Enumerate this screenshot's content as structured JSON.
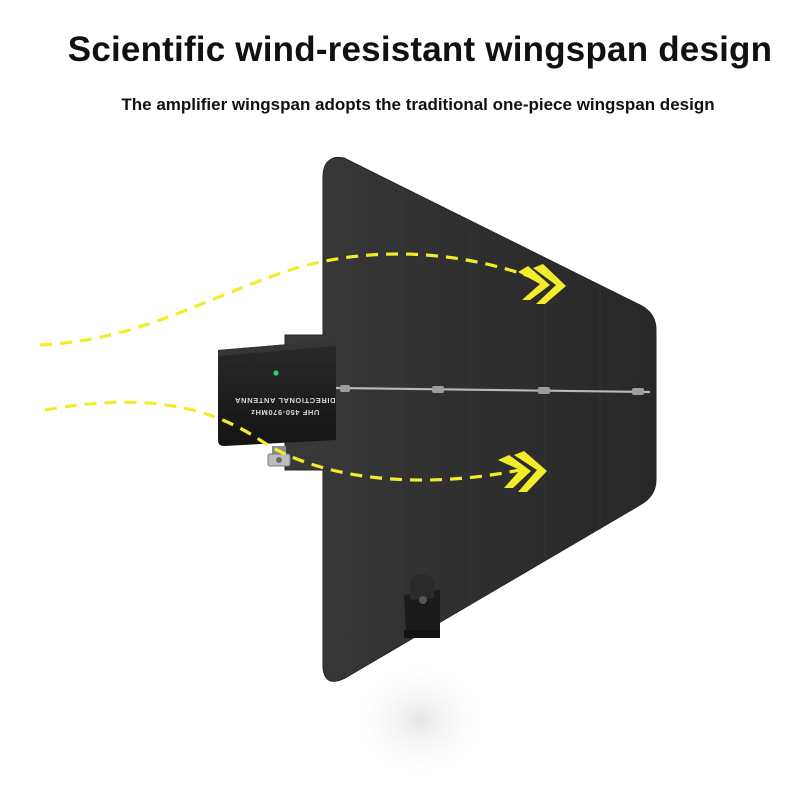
{
  "headline": "Scientific wind-resistant wingspan design",
  "subline": "The amplifier wingspan adopts the traditional one-piece wingspan design",
  "device": {
    "label_line1": "UHF 450-970MHz",
    "label_line2": "DIRECTIONAL ANTENNA"
  },
  "colors": {
    "panel": "#2d2d2e",
    "housing": "#1e1e1f",
    "arrow": "#f3ec2a",
    "led": "#29d65a"
  }
}
